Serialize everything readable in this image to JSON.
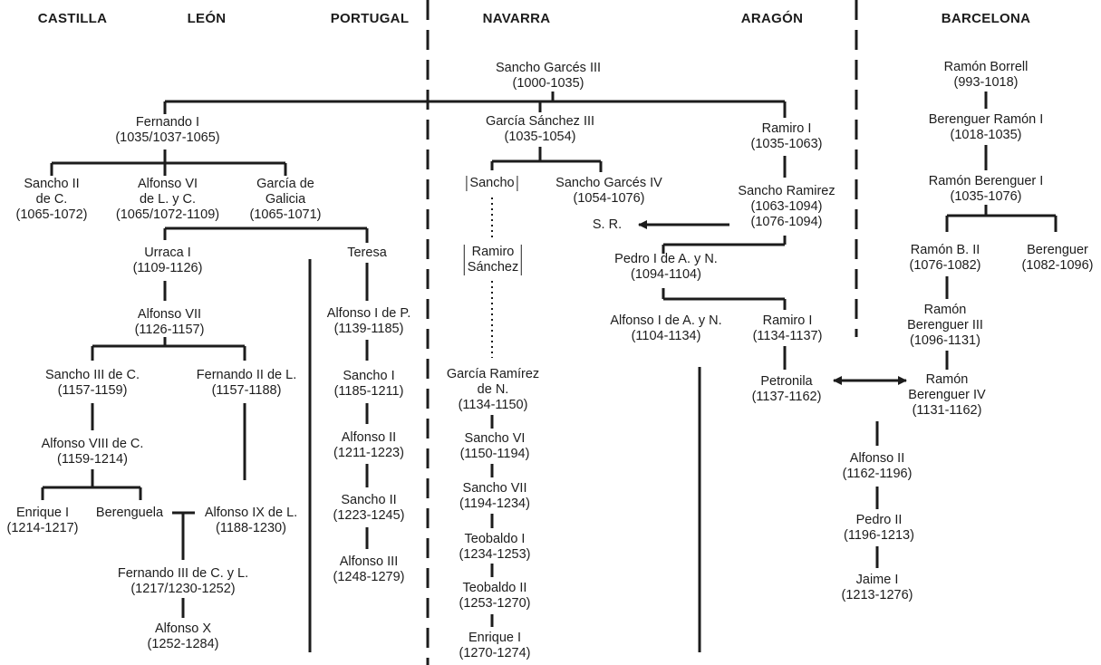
{
  "regions": {
    "castilla": "CASTILLA",
    "leon": "LEÓN",
    "portugal": "PORTUGAL",
    "navarra": "NAVARRA",
    "aragon": "ARAGÓN",
    "barcelona": "BARCELONA"
  },
  "people": {
    "sancho_garces_iii": {
      "name": "Sancho Garcés III",
      "dates": "(1000-1035)"
    },
    "fernando_i": {
      "name": "Fernando I",
      "dates": "(1035/1037-1065)"
    },
    "garcia_sanchez_iii": {
      "name": "García Sánchez III",
      "dates": "(1035-1054)"
    },
    "ramiro_i_aragon": {
      "name": "Ramiro I",
      "dates": "(1035-1063)"
    },
    "sancho_ii_c": {
      "line1": "Sancho II",
      "line2": "de C.",
      "dates": "(1065-1072)"
    },
    "alfonso_vi": {
      "line1": "Alfonso VI",
      "line2": "de L. y C.",
      "dates": "(1065/1072-1109)"
    },
    "garcia_galicia": {
      "line1": "García de",
      "line2": "Galicia",
      "dates": "(1065-1071)"
    },
    "sancho_box": {
      "name": "Sancho"
    },
    "sancho_garces_iv": {
      "name": "Sancho Garcés IV",
      "dates": "(1054-1076)"
    },
    "sancho_ramirez": {
      "name": "Sancho Ramirez",
      "dates1": "(1063-1094)",
      "dates2": "(1076-1094)"
    },
    "sr_label": {
      "name": "S. R."
    },
    "urraca_i": {
      "name": "Urraca I",
      "dates": "(1109-1126)"
    },
    "teresa": {
      "name": "Teresa"
    },
    "ramiro_sanchez": {
      "line1": "Ramiro",
      "line2": "Sánchez"
    },
    "pedro_i": {
      "name": "Pedro I de A. y N.",
      "dates": "(1094-1104)"
    },
    "alfonso_vii": {
      "name": "Alfonso VII",
      "dates": "(1126-1157)"
    },
    "alfonso_i_p": {
      "name": "Alfonso I de P.",
      "dates": "(1139-1185)"
    },
    "alfonso_i_an": {
      "name": "Alfonso I de A. y N.",
      "dates": "(1104-1134)"
    },
    "ramiro_ii": {
      "name": "Ramiro I",
      "dates": "(1134-1137)"
    },
    "sancho_iii": {
      "name": "Sancho III de C.",
      "dates": "(1157-1159)"
    },
    "fernando_ii": {
      "name": "Fernando II de L.",
      "dates": "(1157-1188)"
    },
    "sancho_i_p": {
      "name": "Sancho I",
      "dates": "(1185-1211)"
    },
    "garcia_ramirez": {
      "line1": "García Ramírez",
      "line2": "de N.",
      "dates": "(1134-1150)"
    },
    "petronila": {
      "name": "Petronila",
      "dates": "(1137-1162)"
    },
    "alfonso_viii": {
      "name": "Alfonso VIII de C.",
      "dates": "(1159-1214)"
    },
    "alfonso_ii_p": {
      "name": "Alfonso II",
      "dates": "(1211-1223)"
    },
    "sancho_vi": {
      "name": "Sancho VI",
      "dates": "(1150-1194)"
    },
    "enrique_i_c": {
      "name": "Enrique I",
      "dates": "(1214-1217)"
    },
    "berenguela": {
      "name": "Berenguela"
    },
    "alfonso_ix": {
      "name": "Alfonso IX de L.",
      "dates": "(1188-1230)"
    },
    "sancho_ii_p": {
      "name": "Sancho II",
      "dates": "(1223-1245)"
    },
    "sancho_vii": {
      "name": "Sancho VII",
      "dates": "(1194-1234)"
    },
    "fernando_iii": {
      "name": "Fernando III de C. y L.",
      "dates": "(1217/1230-1252)"
    },
    "alfonso_iii_p": {
      "name": "Alfonso III",
      "dates": "(1248-1279)"
    },
    "teobaldo_i": {
      "name": "Teobaldo I",
      "dates": "(1234-1253)"
    },
    "teobaldo_ii": {
      "name": "Teobaldo II",
      "dates": "(1253-1270)"
    },
    "alfonso_x": {
      "name": "Alfonso X",
      "dates": "(1252-1284)"
    },
    "enrique_i_n": {
      "name": "Enrique I",
      "dates": "(1270-1274)"
    },
    "ramon_borrell": {
      "name": "Ramón Borrell",
      "dates": "(993-1018)"
    },
    "berenguer_ramon_i": {
      "name": "Berenguer Ramón I",
      "dates": "(1018-1035)"
    },
    "ramon_berenguer_i": {
      "name": "Ramón Berenguer I",
      "dates": "(1035-1076)"
    },
    "ramon_b_ii": {
      "name": "Ramón B. II",
      "dates": "(1076-1082)"
    },
    "berenguer": {
      "name": "Berenguer",
      "dates": "(1082-1096)"
    },
    "ramon_berenguer_iii": {
      "line1": "Ramón",
      "line2": "Berenguer III",
      "dates": "(1096-1131)"
    },
    "ramon_berenguer_iv": {
      "line1": "Ramón",
      "line2": "Berenguer IV",
      "dates": "(1131-1162)"
    },
    "alfonso_ii_b": {
      "name": "Alfonso II",
      "dates": "(1162-1196)"
    },
    "pedro_ii": {
      "name": "Pedro II",
      "dates": "(1196-1213)"
    },
    "jaime_i": {
      "name": "Jaime I",
      "dates": "(1213-1276)"
    }
  }
}
